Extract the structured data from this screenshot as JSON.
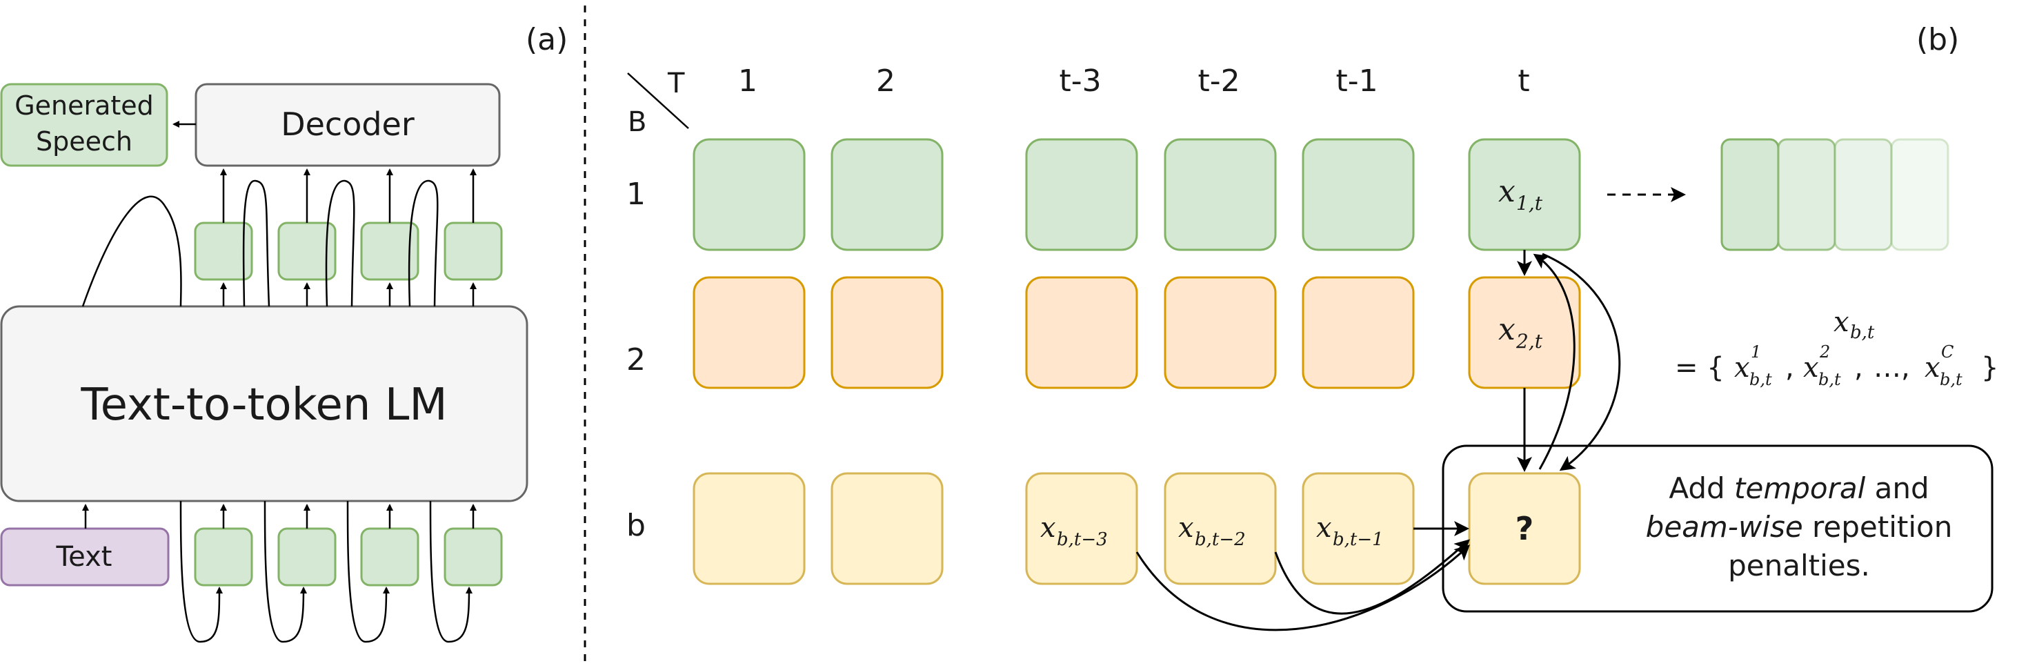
{
  "panel_a": {
    "label": "(a)",
    "decoder": "Decoder",
    "generated_speech": [
      "Generated",
      "Speech"
    ],
    "lm": "Text-to-token LM",
    "text": "Text"
  },
  "panel_b": {
    "label": "(b)",
    "corner_t": "T",
    "corner_b": "B",
    "col_headers": [
      "1",
      "2",
      "t-3",
      "t-2",
      "t-1",
      "t"
    ],
    "row_labels": [
      "1",
      "2",
      "b"
    ],
    "x1t_main": "x",
    "x1t_sub": "1,t",
    "x2t_main": "x",
    "x2t_sub": "2,t",
    "xb3_main": "x",
    "xb3_sub": "b,t−3",
    "xb2_main": "x",
    "xb2_sub": "b,t−2",
    "xb1_main": "x",
    "xb1_sub": "b,t−1",
    "question": "?",
    "note_line1_a": "Add ",
    "note_line1_b": "temporal",
    "note_line1_c": " and",
    "note_line2_a": "beam-wise",
    "note_line2_b": " repetition",
    "note_line3": "penalties.",
    "eq_top_main": "x",
    "eq_top_sub": "b,t",
    "eq_open": "= {",
    "eq_x": "x",
    "eq_sub": "b,t",
    "eq_sup1": "1",
    "eq_sup2": "2",
    "eq_supC": "C",
    "eq_comma1": ",",
    "eq_comma2": ",",
    "eq_dots": "…,",
    "eq_close": "}"
  },
  "colors": {
    "green_fill": "#d5e8d4",
    "green_stroke": "#82b366",
    "orange_fill": "#ffe6cc",
    "orange_stroke": "#d79b00",
    "yellow_fill": "#fff2cc",
    "yellow_stroke": "#d6b656",
    "purple_fill": "#e1d5e7",
    "purple_stroke": "#9673a6",
    "gray_fill": "#f5f5f5",
    "gray_stroke": "#666666"
  }
}
